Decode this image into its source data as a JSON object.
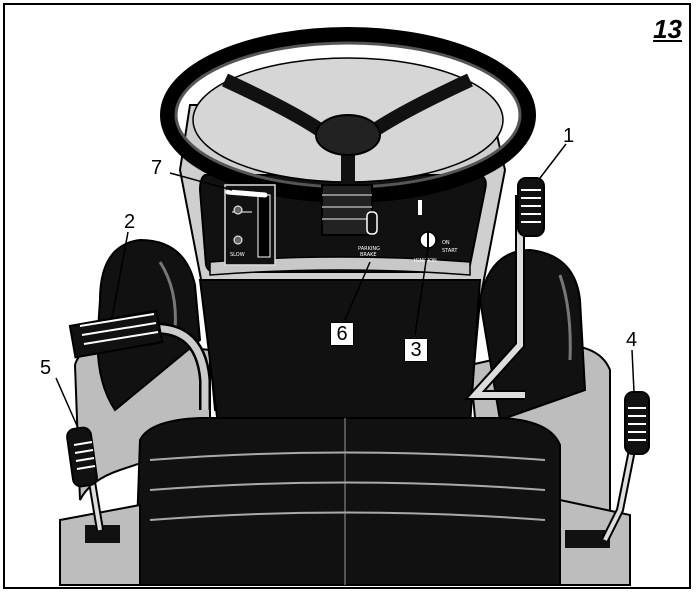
{
  "figure": {
    "number": "13"
  },
  "callouts": [
    {
      "id": "1",
      "boxed": false
    },
    {
      "id": "2",
      "boxed": false
    },
    {
      "id": "3",
      "boxed": true
    },
    {
      "id": "4",
      "boxed": false
    },
    {
      "id": "5",
      "boxed": false
    },
    {
      "id": "6",
      "boxed": true
    },
    {
      "id": "7",
      "boxed": false
    }
  ],
  "panel_labels": {
    "parking_brake_1": "PARKING",
    "parking_brake_2": "BRAKE",
    "ignition": "IGNITION",
    "on": "ON",
    "start": "START",
    "throttle_slow": "SLOW"
  },
  "colors": {
    "ink": "#000000",
    "grey_light": "#c8c8c8",
    "grey_mid": "#9a9a9a",
    "grey_dark": "#555555",
    "paper": "#ffffff"
  }
}
